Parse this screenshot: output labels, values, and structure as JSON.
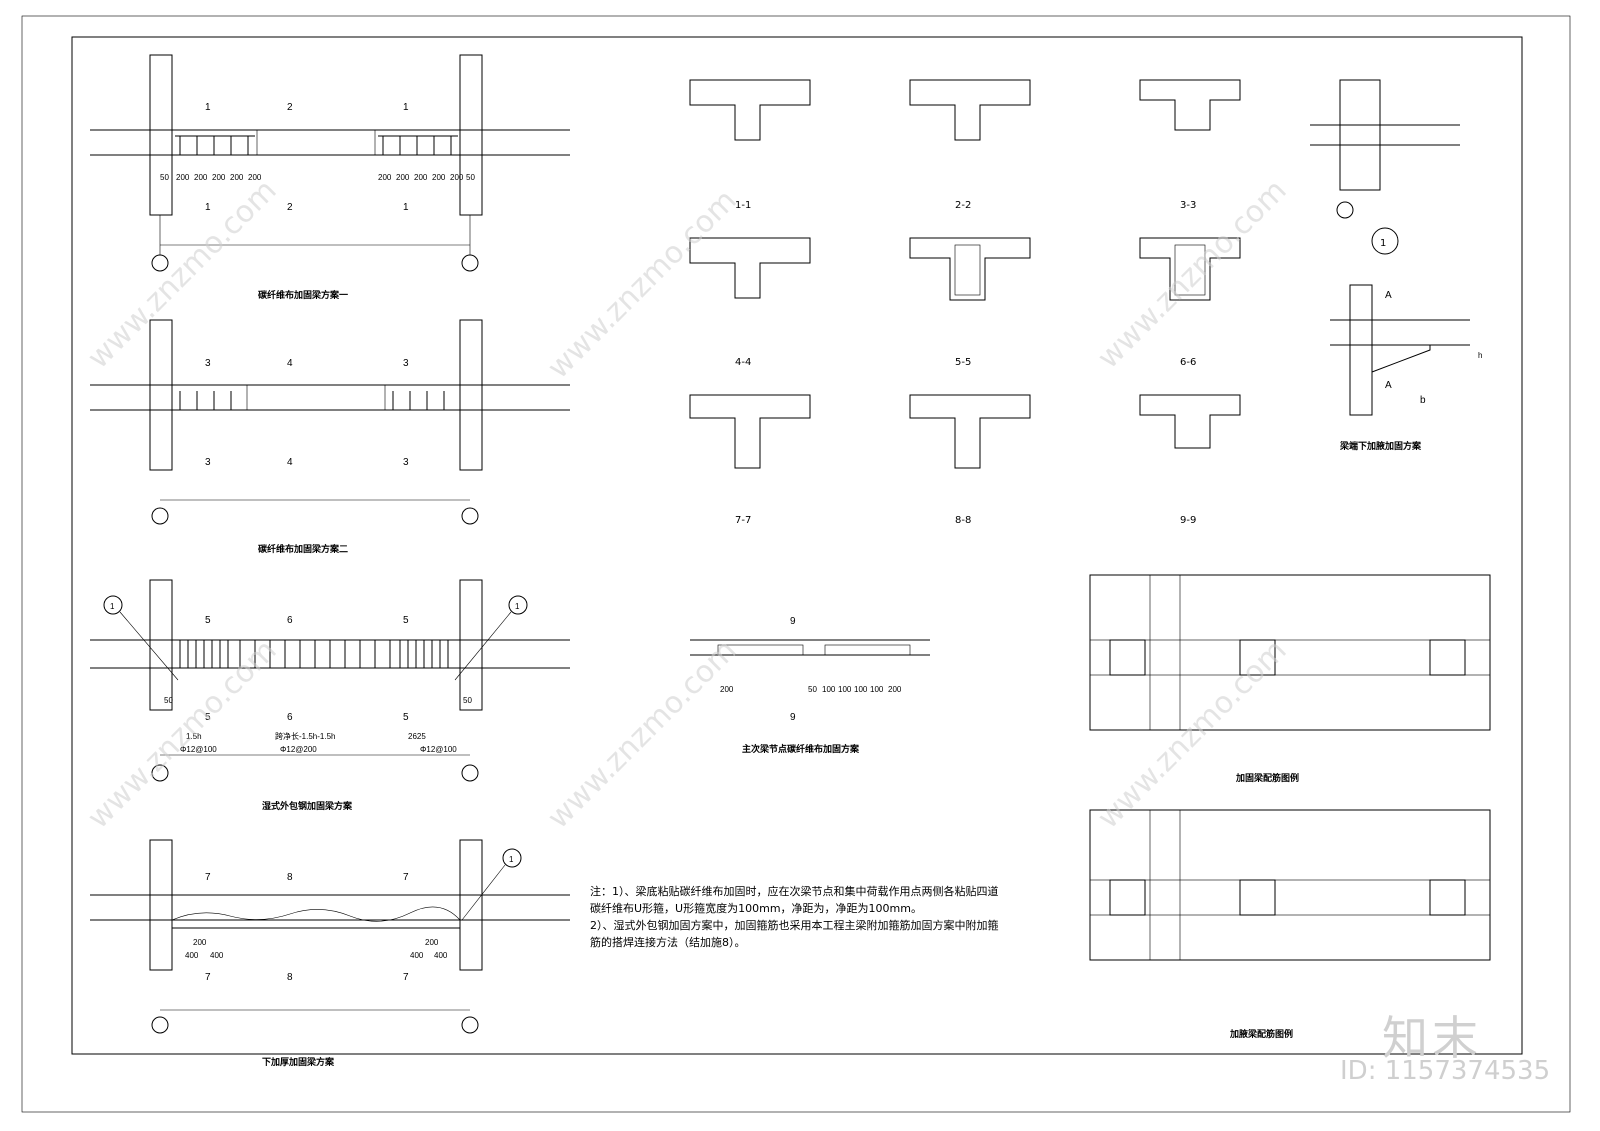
{
  "titles": {
    "scheme1": "碳纤维布加固梁方案一",
    "scheme2": "碳纤维布加固梁方案二",
    "scheme3": "湿式外包钢加固梁方案",
    "scheme4": "下加厚加固梁方案",
    "joint": "主次梁节点碳纤维布加固方案",
    "beam_end": "梁端下加腋加固方案",
    "legend1": "加固梁配筋图例",
    "legend2": "加腋梁配筋图例"
  },
  "sections": [
    "1-1",
    "2-2",
    "3-3",
    "4-4",
    "5-5",
    "6-6",
    "7-7",
    "8-8",
    "9-9"
  ],
  "detail_marker": "1",
  "cut_labels": {
    "s1_top": [
      "1",
      "2",
      "1"
    ],
    "s1_bot": [
      "1",
      "2",
      "1"
    ],
    "s2_top": [
      "3",
      "4",
      "3"
    ],
    "s2_bot": [
      "3",
      "4",
      "3"
    ],
    "s3_top": [
      "5",
      "6",
      "5"
    ],
    "s3_bot": [
      "5",
      "6",
      "5"
    ],
    "s4_top": [
      "7",
      "8",
      "7"
    ],
    "s4_bot": [
      "7",
      "8",
      "7"
    ],
    "joint_top": "9",
    "joint_bot": "9"
  },
  "dims": {
    "s1_left": [
      "50",
      "200",
      "200",
      "200",
      "200",
      "200"
    ],
    "s1_right": [
      "200",
      "200",
      "200",
      "200",
      "200",
      "50"
    ],
    "s3_edge": "50",
    "s3_bottom": [
      "1.5h",
      "跨净长-1.5h-1.5h",
      "2625"
    ],
    "s3_stirrups": [
      "Φ12@100",
      "Φ12@200",
      "Φ12@100"
    ],
    "s4_dims": [
      "200",
      "400",
      "400",
      "200",
      "400",
      "400"
    ],
    "joint_left": "200",
    "joint_right": [
      "50",
      "100",
      "100",
      "100",
      "100",
      "200"
    ],
    "end_labels": [
      "A",
      "A",
      "b",
      "h"
    ]
  },
  "notes": [
    "注：1）、梁底粘贴碳纤维布加固时，应在次梁节点和集中荷载作用点两侧各粘贴四道",
    "碳纤维布U形箍，U形箍宽度为100mm，净距为，净距为100mm。",
    "2）、湿式外包钢加固方案中，加固箍筋也采用本工程主梁附加箍筋加固方案中附加箍",
    "筋的搭焊连接方法（结加施8）。"
  ],
  "watermark": "www.znzmo.com",
  "brand": "知末",
  "image_id": "ID: 1157374535"
}
